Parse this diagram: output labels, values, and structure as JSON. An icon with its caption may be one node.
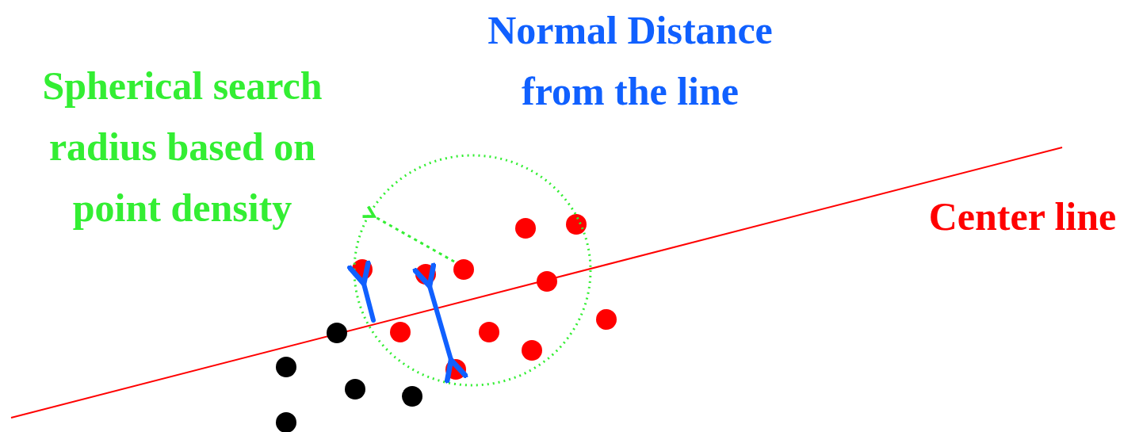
{
  "diagram": {
    "labels": [
      "Spherical search radius based on point density",
      "Normal Distance from the line",
      "Center line"
    ]
  }
}
